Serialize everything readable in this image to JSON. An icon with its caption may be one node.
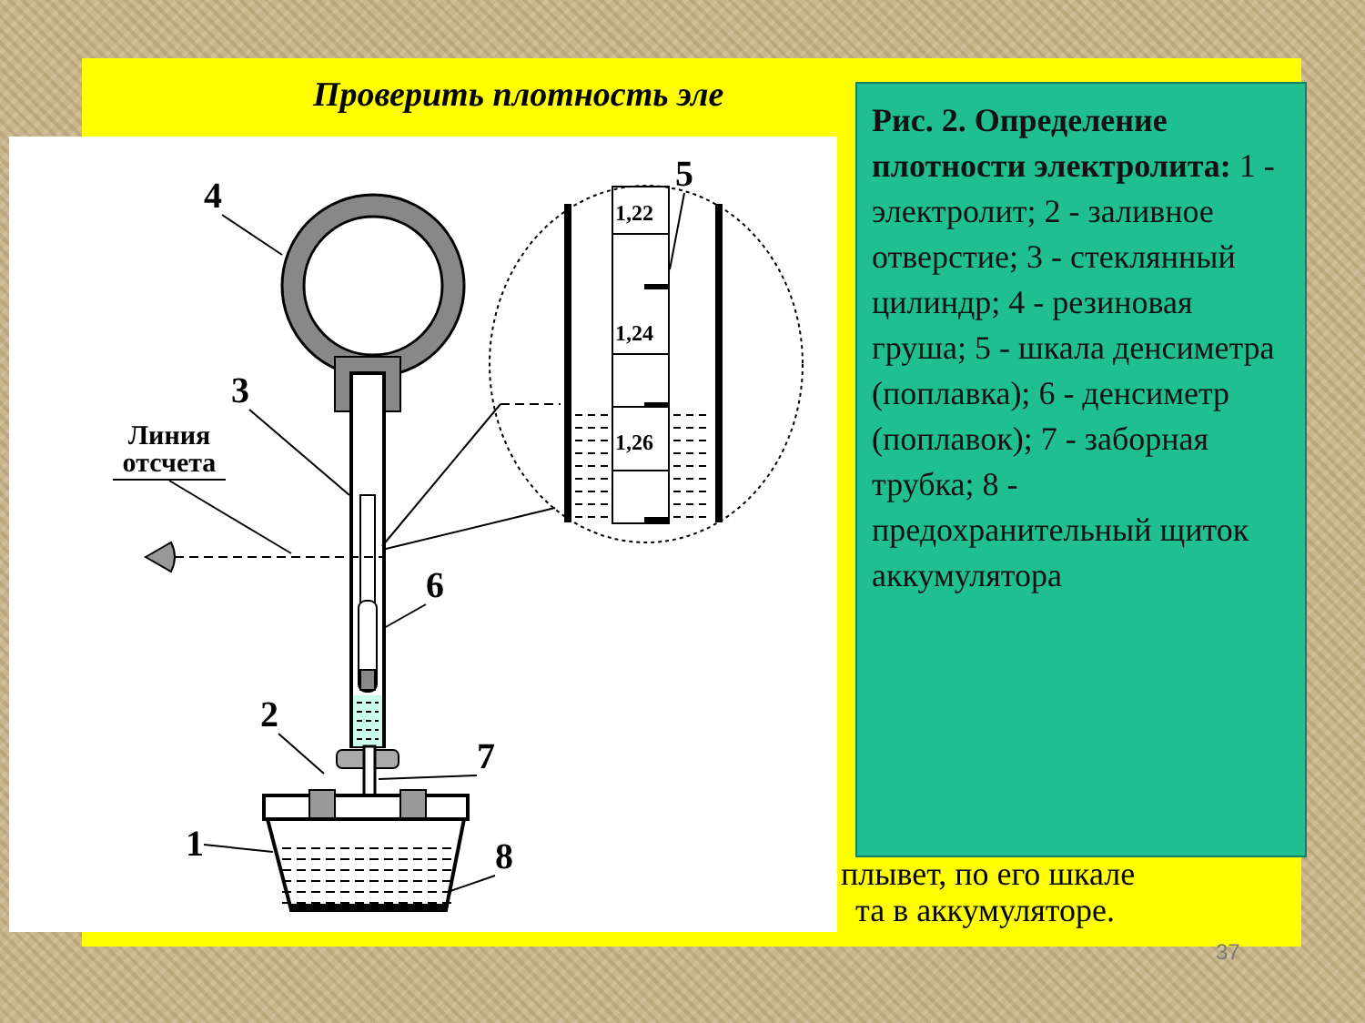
{
  "diagram": {
    "title": "Проверить плотность эле",
    "caption": "**Рис. 2. Определение плотности электролита:** 1 - электролит; 2 - заливное отверстие; 3 - стеклянный цилиндр; 4 - резиновая груша; 5 - шкала денсиметра (поплавка); 6 - денсиметр (поплавок); 7 - заборная трубка; 8 - предохранительный щиток аккумулятора",
    "nodes": [
      {
        "text": [
          "4"
        ]
      },
      {
        "text": [
          "3"
        ]
      },
      {
        "text": [
          "Линия отсчета"
        ]
      },
      {
        "text": [
          "5"
        ]
      },
      {
        "text": [
          "6"
        ]
      },
      {
        "text": [
          "2"
        ]
      },
      {
        "text": [
          "7"
        ]
      },
      {
        "text": [
          "1"
        ]
      },
      {
        "text": [
          "8"
        ]
      },
      {
        "text": [
          "1,22",
          "1,24",
          "1,26"
        ]
      }
    ],
    "edges": [
      {
        "from": 0,
        "to": null,
        "arrow": "none"
      },
      {
        "from": 1,
        "to": null,
        "arrow": "none"
      },
      {
        "from": 2,
        "to": null,
        "arrow": "none"
      },
      {
        "from": 3,
        "to": 9,
        "arrow": "none"
      },
      {
        "from": 4,
        "to": null,
        "arrow": "none"
      },
      {
        "from": 5,
        "to": null,
        "arrow": "none"
      },
      {
        "from": 6,
        "to": null,
        "arrow": "none"
      },
      {
        "from": 7,
        "to": null,
        "arrow": "none"
      },
      {
        "from": 8,
        "to": null,
        "arrow": "none"
      }
    ],
    "labels": [
      "плывет, по его шкале",
      "та в аккумуляторе.",
      "37"
    ]
  }
}
